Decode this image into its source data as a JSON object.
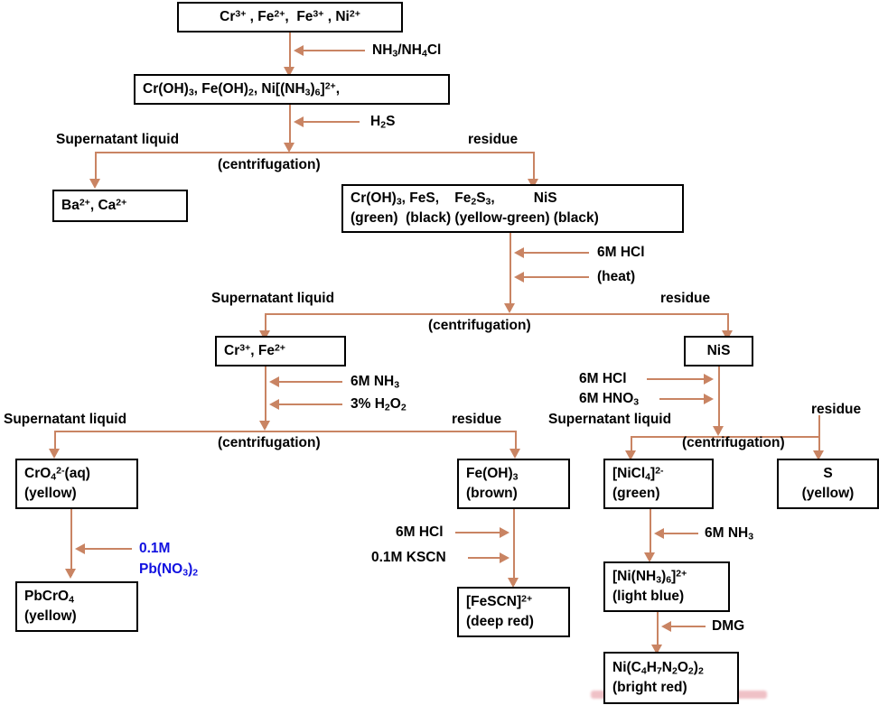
{
  "title": "Qualitative analysis scheme for Cr3+, Fe2+, Fe3+, Ni2+",
  "colors": {
    "arrow": "#c98463",
    "box_border": "#000000",
    "text": "#000000",
    "reagent_highlight": "#1010e0",
    "smudge": "#e8a0a8"
  },
  "boxes": {
    "start_ions": {
      "line1": "Cr3+ , Fe2+,  Fe3+ , Ni2+"
    },
    "hydroxides": {
      "line1": "Cr(OH)3, Fe(OH)2, Ni[(NH3)6]2+,"
    },
    "ba_ca": {
      "line1": "Ba2+, Ca2+"
    },
    "sulfides": {
      "line1": "Cr(OH)3, FeS,      Fe2S3,                NiS",
      "line2": "(green)  (black) (yellow-green) (black)"
    },
    "cr_fe": {
      "line1": "Cr3+, Fe2+"
    },
    "nis": {
      "line1": "NiS"
    },
    "chromate": {
      "line1": "CrO42-(aq)",
      "line2": "(yellow)"
    },
    "iron_hydroxide": {
      "line1": "Fe(OH)3",
      "line2": "(brown)"
    },
    "nicl4": {
      "line1": "[NiCl4]2-",
      "line2": "(green)"
    },
    "sulfur": {
      "line1": "S",
      "line2": "(yellow)"
    },
    "lead_chromate": {
      "line1": "PbCrO4",
      "line2": "(yellow)"
    },
    "fescn": {
      "line1": "[FeSCN]2+",
      "line2": "(deep red)"
    },
    "ni_ammine": {
      "line1": "[Ni(NH3)6]2+",
      "line2": "(light blue)"
    },
    "ni_dmg": {
      "line1": "Ni(C4H7N2O2)2",
      "line2": "(bright red)"
    }
  },
  "reagents": {
    "nh3_nh4cl": "NH3/NH4Cl",
    "h2s": "H2S",
    "hcl_6m_a": "6M HCl",
    "heat": "(heat)",
    "nh3_6m": "6M NH3",
    "h2o2_3": "3% H2O2",
    "hcl_6m_b": "6M HCl",
    "hno3_6m": "6M HNO3",
    "hcl_6m_c": "6M HCl",
    "kscn": "0.1M KSCN",
    "pb_no3_l1": "0.1M",
    "pb_no3_l2": "Pb(NO3)2",
    "nh3_6m_b": "6M NH3",
    "dmg": "DMG"
  },
  "labels": {
    "supernatant_1": "Supernatant liquid",
    "residue_1": "residue",
    "centrifugation_1": "(centrifugation)",
    "supernatant_2": "Supernatant liquid",
    "residue_2": "residue",
    "centrifugation_2": "(centrifugation)",
    "supernatant_3": "Supernatant liquid",
    "residue_3": "residue",
    "centrifugation_3": "(centrifugation)",
    "supernatant_4": "Supernatant liquid",
    "residue_4": "residue",
    "centrifugation_4": "(centrifugation)"
  }
}
